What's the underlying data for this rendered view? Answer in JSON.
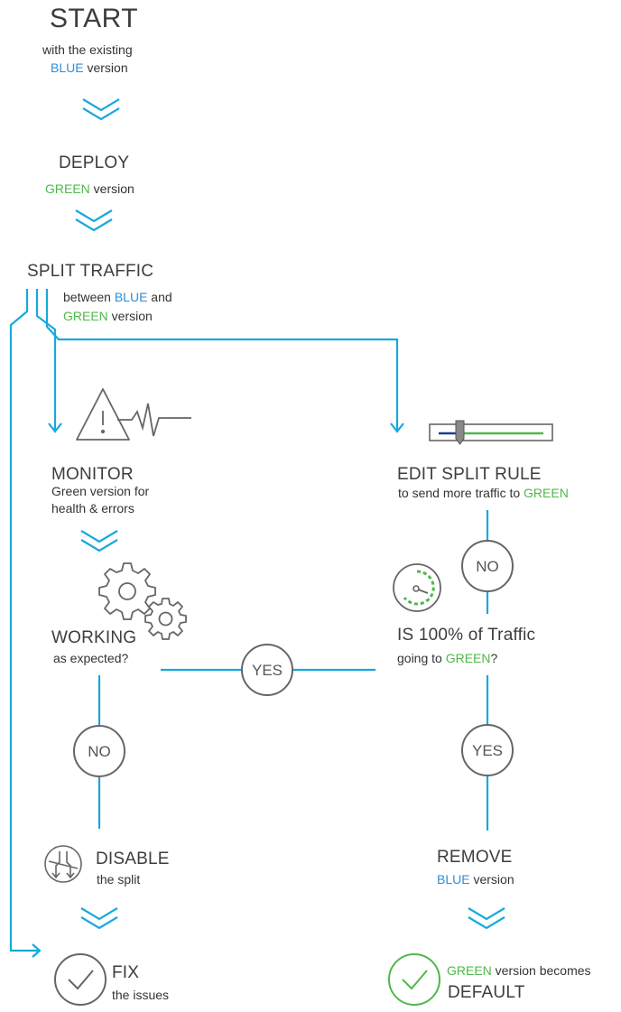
{
  "colors": {
    "flow_line": "#16a9dc",
    "blue_text": "#2e8ed8",
    "green_text": "#4fb84a",
    "icon_gray": "#666666"
  },
  "start": {
    "title": "START",
    "line1": "with the existing",
    "blue": "BLUE",
    "line2_rest": " version"
  },
  "deploy": {
    "title": "DEPLOY",
    "green": "GREEN",
    "rest": " version"
  },
  "split": {
    "title": "SPLIT TRAFFIC",
    "line1_pre": "between ",
    "blue": "BLUE",
    "line1_post": " and",
    "green": "GREEN",
    "line2_rest": " version"
  },
  "monitor": {
    "title": "MONITOR",
    "line1": "Green version for",
    "line2": "health & errors"
  },
  "edit": {
    "title": "EDIT SPLIT RULE",
    "pre": "to send more traffic to ",
    "green": "GREEN"
  },
  "working": {
    "title": "WORKING",
    "sub": "as expected?"
  },
  "percent": {
    "title": "IS 100% of Traffic",
    "pre": "going to ",
    "green": "GREEN",
    "post": "?"
  },
  "badges": {
    "yes_mid": "YES",
    "no_right": "NO",
    "no_left": "NO",
    "yes_right": "YES"
  },
  "disable": {
    "title": "DISABLE",
    "sub": "the split"
  },
  "remove": {
    "title": "REMOVE",
    "blue": "BLUE",
    "rest": " version"
  },
  "fix": {
    "title": "FIX",
    "sub": "the issues"
  },
  "default": {
    "green": "GREEN",
    "rest": " version becomes",
    "title": "DEFAULT"
  },
  "icons": [
    "chevron-down-icon",
    "warning-pulse-icon",
    "slider-icon",
    "gears-icon",
    "gauge-icon",
    "split-arrows-icon",
    "check-circle-icon"
  ]
}
